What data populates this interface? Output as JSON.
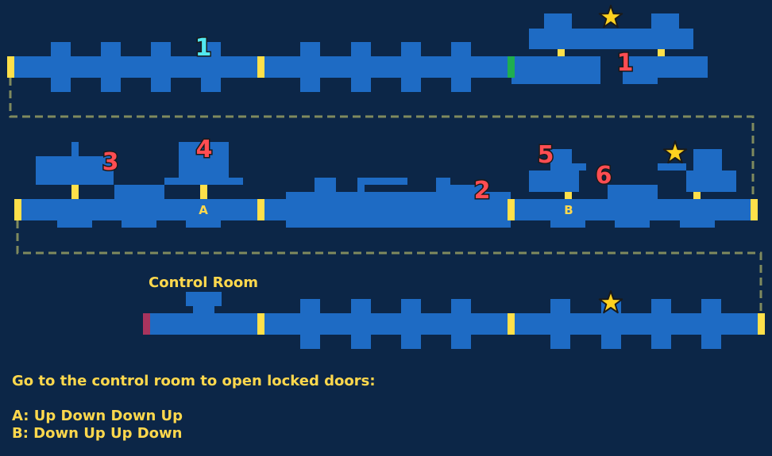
{
  "colors": {
    "background": "#0c2647",
    "room": "#1e6bc4",
    "door": "#ffe04a",
    "green_door": "#1fae4f",
    "locked_door": "#a8345e",
    "path": "#7f8a5e",
    "star": "#ffd21f",
    "red_label": "#ff4d52",
    "cyan_label": "#52e8f0",
    "text": "#ffd84d"
  },
  "map": {
    "control_room_label": "Control Room",
    "door_a": "A",
    "door_b": "B",
    "numbers": {
      "row1_cyan": "1",
      "row1_red": "1",
      "n2": "2",
      "n3": "3",
      "n4": "4",
      "n5": "5",
      "n6": "6"
    },
    "icons": [
      "star-icon",
      "star-icon",
      "star-icon"
    ]
  },
  "instructions": {
    "title": "Go to the control room to open locked doors:",
    "a": "A: Up Down Down Up",
    "b": "B: Down Up Up Down"
  }
}
